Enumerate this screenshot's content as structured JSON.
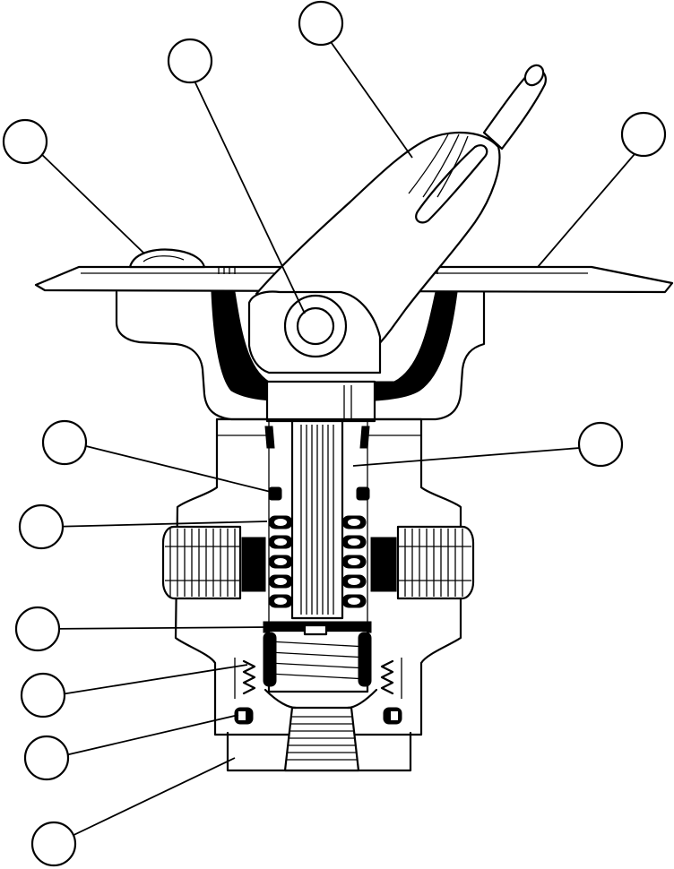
{
  "diagram": {
    "kind": "cross-section",
    "colors": {
      "ink": "#000000",
      "paper": "#ffffff"
    },
    "callouts": [
      {
        "id": "callout-1"
      },
      {
        "id": "callout-2"
      },
      {
        "id": "callout-3"
      },
      {
        "id": "callout-4"
      },
      {
        "id": "callout-5"
      },
      {
        "id": "callout-6"
      },
      {
        "id": "callout-7"
      },
      {
        "id": "callout-8"
      },
      {
        "id": "callout-9"
      },
      {
        "id": "callout-10"
      },
      {
        "id": "callout-11"
      },
      {
        "id": "callout-12"
      }
    ]
  }
}
